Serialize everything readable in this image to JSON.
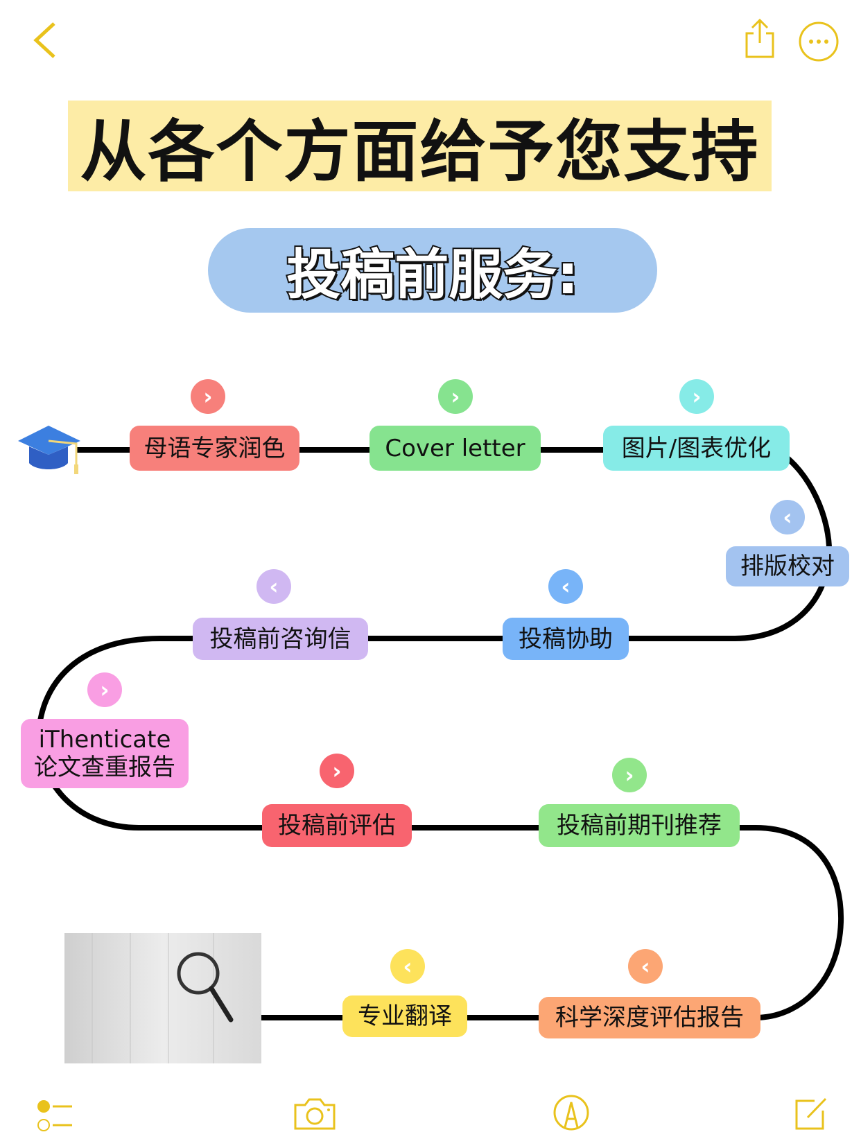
{
  "nav": {
    "back_icon": "chevron-left-icon",
    "share_icon": "share-icon",
    "more_icon": "more-icon"
  },
  "title": "从各个方面给予您支持",
  "subtitle": "投稿前服务:",
  "nodes": [
    {
      "label": "母语专家润色",
      "color": "#f7807b",
      "chevron": "right"
    },
    {
      "label": "Cover letter",
      "color": "#86e38f",
      "chevron": "right"
    },
    {
      "label": "图片/图表优化",
      "color": "#86ebe7",
      "chevron": "right"
    },
    {
      "label": "排版校对",
      "color": "#a3c3f0",
      "chevron": "left"
    },
    {
      "label": "投稿协助",
      "color": "#78b4f8",
      "chevron": "left"
    },
    {
      "label": "投稿前咨询信",
      "color": "#d0b8f2",
      "chevron": "left"
    },
    {
      "label": "iThenticate\n论文查重报告",
      "line1": "iThenticate",
      "line2": "论文查重报告",
      "color": "#f99ee3",
      "chevron": "right"
    },
    {
      "label": "投稿前评估",
      "color": "#f8646f",
      "chevron": "right"
    },
    {
      "label": "投稿前期刊推荐",
      "color": "#92e68b",
      "chevron": "right"
    },
    {
      "label": "科学深度评估报告",
      "color": "#fca674",
      "chevron": "left"
    },
    {
      "label": "专业翻译",
      "color": "#fde25b",
      "chevron": "left"
    }
  ],
  "toolbar": {
    "items": [
      "checklist-icon",
      "camera-icon",
      "markup-icon",
      "compose-icon"
    ]
  },
  "accent": "#e9c21c"
}
